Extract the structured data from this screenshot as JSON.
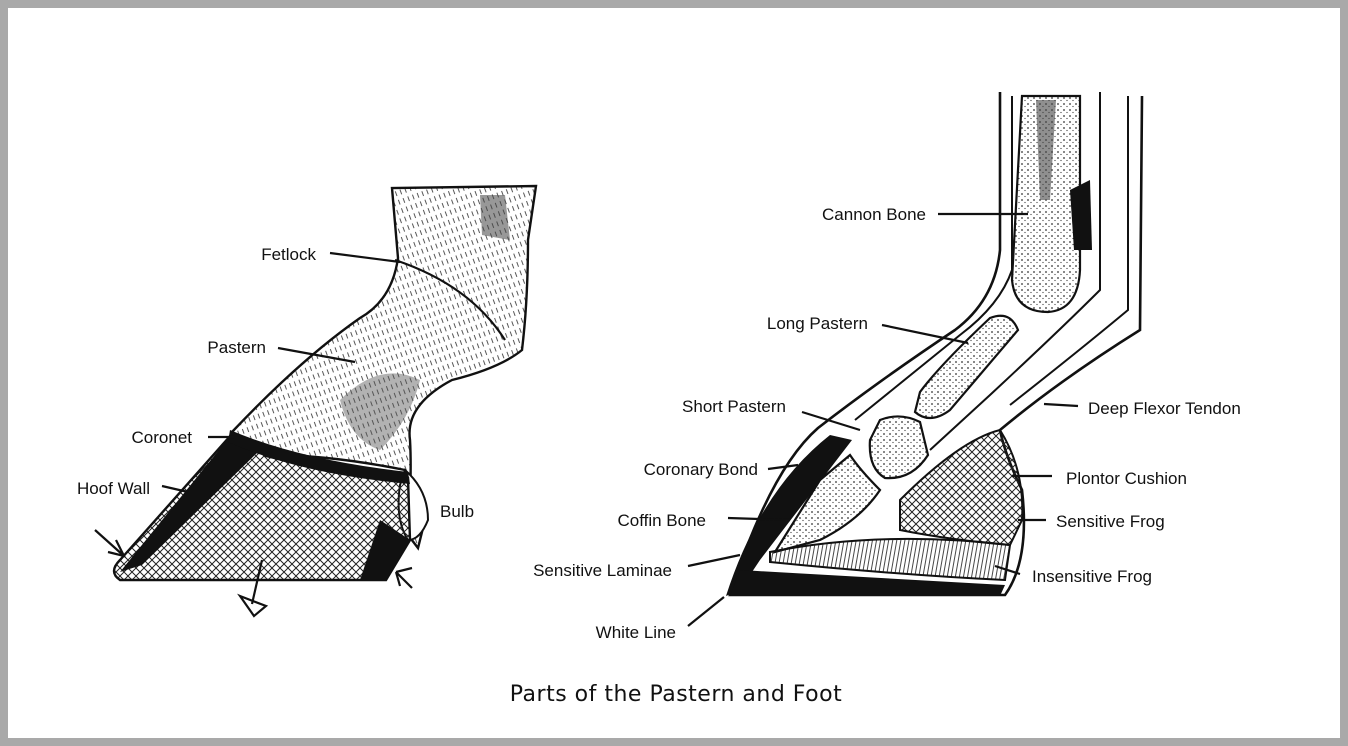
{
  "caption": "Parts of the Pastern and Foot",
  "external_view": {
    "labels": {
      "fetlock": "Fetlock",
      "pastern": "Pastern",
      "coronet": "Coronet",
      "hoof_wall": "Hoof Wall",
      "bulb": "Bulb"
    }
  },
  "cross_section": {
    "labels": {
      "cannon_bone": "Cannon Bone",
      "long_pastern": "Long Pastern",
      "short_pastern": "Short Pastern",
      "coronary_bond": "Coronary Bond",
      "coffin_bone": "Coffin Bone",
      "sensitive_laminae": "Sensitive Laminae",
      "white_line": "White Line",
      "deep_flexor_tendon": "Deep Flexor Tendon",
      "plontor_cushion": "Plontor Cushion",
      "sensitive_frog": "Sensitive Frog",
      "insensitive_frog": "Insensitive Frog"
    }
  }
}
